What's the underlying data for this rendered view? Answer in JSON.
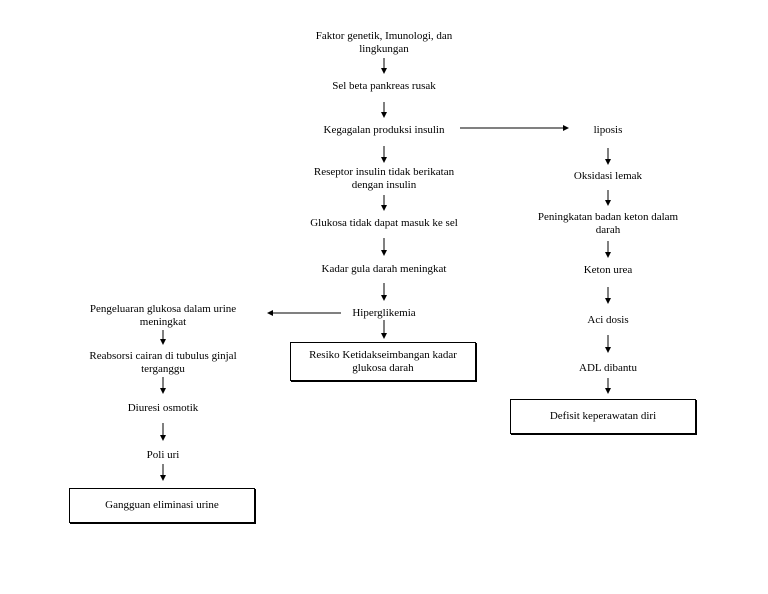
{
  "center": {
    "n1_line1": "Faktor genetik,  Imunologi, dan",
    "n1_line2": "lingkungan",
    "n2": "Sel beta pankreas rusak",
    "n3": "Kegagalan produksi insulin",
    "n4_line1": "Reseptor insulin tidak berikatan",
    "n4_line2": "dengan insulin",
    "n5": "Glukosa tidak dapat masuk ke sel",
    "n6": "Kadar gula darah meningkat",
    "n7": "Hiperglikemia",
    "box_line1": "Resiko Ketidakseimbangan kadar",
    "box_line2": "glukosa darah"
  },
  "right": {
    "r1": "liposis",
    "r2": "Oksidasi lemak",
    "r3_line1": "Peningkatan badan keton dalam",
    "r3_line2": "darah",
    "r4": "Keton urea",
    "r5": "Aci dosis",
    "r6": "ADL dibantu",
    "box": "Defisit keperawatan diri"
  },
  "left": {
    "l1_line1": "Pengeluaran glukosa dalam urine",
    "l1_line2": "meningkat",
    "l2_line1": "Reabsorsi cairan di tubulus ginjal",
    "l2_line2": "terganggu",
    "l3": "Diuresi osmotik",
    "l4": "Poli uri",
    "box": "Gangguan eliminasi urine"
  }
}
